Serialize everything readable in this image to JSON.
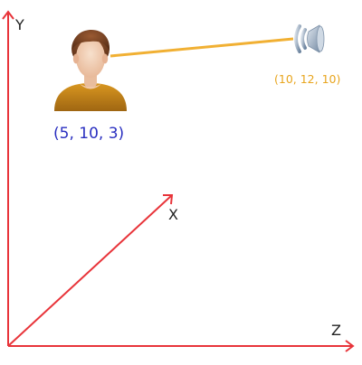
{
  "axes": {
    "x_label": "X",
    "y_label": "Y",
    "z_label": "Z",
    "color": "#e8343a"
  },
  "person": {
    "icon": "person-icon",
    "coordinates": "(5, 10, 3)",
    "label_color": "#2a2fc0"
  },
  "sensor": {
    "icon": "wireless-signal-icon",
    "coordinates": "(10, 12, 10)",
    "label_color": "#e8a51e"
  },
  "connection": {
    "color": "#f1b033"
  }
}
